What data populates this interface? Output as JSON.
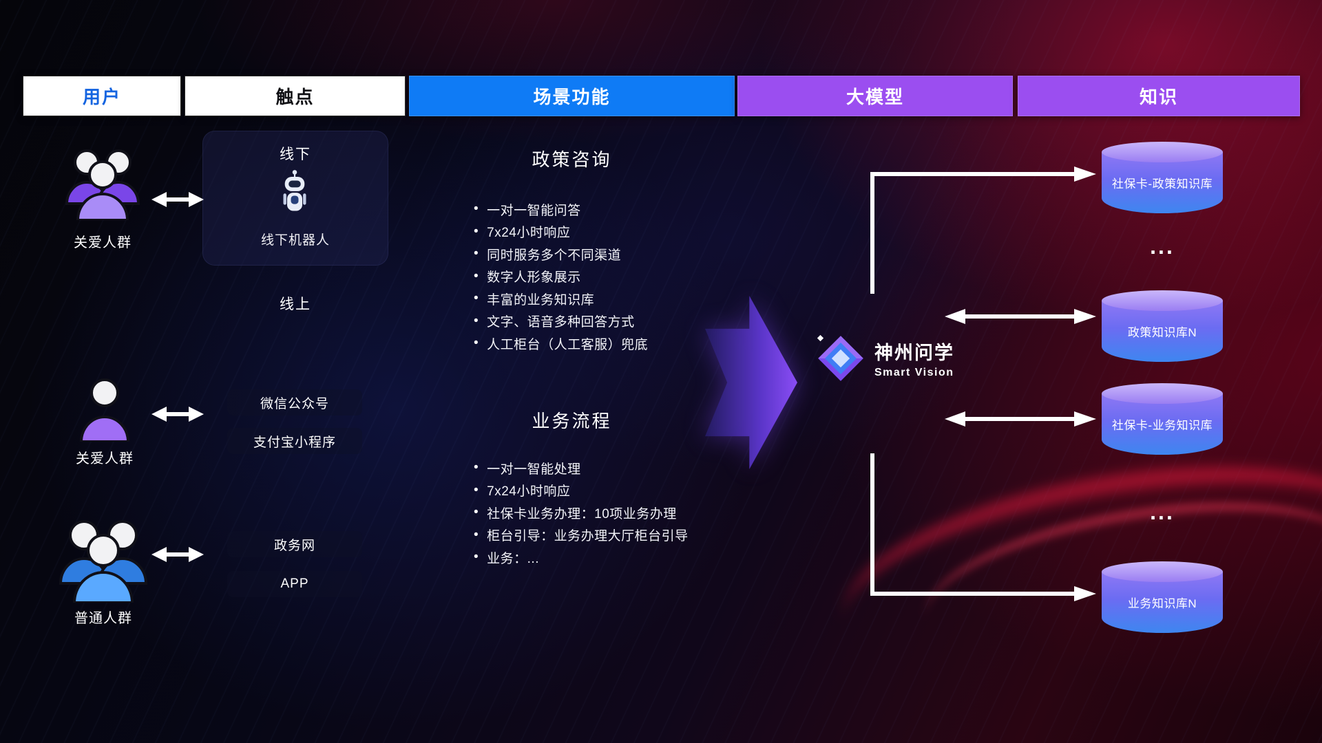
{
  "header": {
    "columns": [
      {
        "label": "用户"
      },
      {
        "label": "触点"
      },
      {
        "label": "场景功能"
      },
      {
        "label": "大模型"
      },
      {
        "label": "知识"
      }
    ]
  },
  "users": [
    {
      "label": "关爱人群",
      "icon": "people-group-purple-icon"
    },
    {
      "label": "关爱人群",
      "icon": "person-purple-icon"
    },
    {
      "label": "普通人群",
      "icon": "people-group-blue-icon"
    }
  ],
  "touchpoints": {
    "offline_card": {
      "title": "线下",
      "robot_label": "线下机器人",
      "icon": "robot-icon"
    },
    "online_label": "线上",
    "online_items": [
      "微信公众号",
      "支付宝小程序"
    ],
    "other_items": [
      "政务网",
      "APP"
    ]
  },
  "scenarios": [
    {
      "title": "政策咨询",
      "bullets": [
        "一对一智能问答",
        "7x24小时响应",
        "同时服务多个不同渠道",
        "数字人形象展示",
        "丰富的业务知识库",
        "文字、语音多种回答方式",
        "人工柜台（人工客服）兜底"
      ]
    },
    {
      "title": "业务流程",
      "bullets": [
        "一对一智能处理",
        "7x24小时响应",
        "社保卡业务办理：10项业务办理",
        "柜台引导：业务办理大厅柜台引导",
        "业务：..."
      ]
    }
  ],
  "model": {
    "name": "神州问学",
    "subtitle": "Smart Vision",
    "icon": "diamond-logo-icon"
  },
  "knowledge": {
    "databases": [
      "社保卡-政策知识库",
      "政策知识库N",
      "社保卡-业务知识库",
      "业务知识库N"
    ],
    "ellipsis_top": "...",
    "ellipsis_bottom": "...",
    "icon": "database-cylinder-icon"
  },
  "colors": {
    "header_blue": "#0f7bf5",
    "header_purple": "#9b4ef0",
    "header_user_text": "#1464e0",
    "db_top": "#cab7fb",
    "db_purple": "#8f78f4",
    "db_blue": "#3e86f0",
    "flow_arrow_purple": "#8a4df5",
    "user_purple": "#a06ef5",
    "user_blue": "#4d9fff",
    "connector_white": "#ffffff"
  }
}
